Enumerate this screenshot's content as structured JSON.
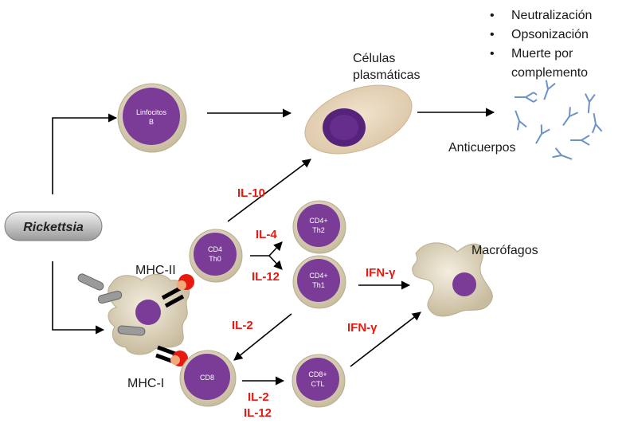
{
  "diagram": {
    "source": "Rickettsia",
    "cells": {
      "b_cell": [
        "Linfocitos",
        "B"
      ],
      "cd4_th0": [
        "CD4",
        "Th0"
      ],
      "cd4_th2": [
        "CD4+",
        "Th2"
      ],
      "cd4_th1": [
        "CD4+",
        "Th1"
      ],
      "cd8": [
        "CD8"
      ],
      "cd8_ctl": [
        "CD8+",
        "CTL"
      ]
    },
    "labels": {
      "plasma_cells": [
        "Células",
        "plasmáticas"
      ],
      "antibodies": "Anticuerpos",
      "macrophages": "Macrófagos",
      "mhc2": "MHC-II",
      "mhc1": "MHC-I"
    },
    "cytokines": {
      "il10": "IL-10",
      "il4": "IL-4",
      "il12": "IL-12",
      "ifn_gamma_th1": "IFN-γ",
      "il2_to_cd8": "IL-2",
      "ifn_gamma_ctl": "IFN-γ",
      "il2_ctl": "IL-2",
      "il12_ctl": "IL-12"
    },
    "functions": [
      "Neutralización",
      "Opsonización",
      "Muerte por complemento"
    ]
  },
  "colors": {
    "cell_purple": "#7a3c97",
    "cytokine_red": "#e8190f",
    "cell_membrane": "#e3d9c0",
    "antibody_blue": "#6b93c6"
  }
}
